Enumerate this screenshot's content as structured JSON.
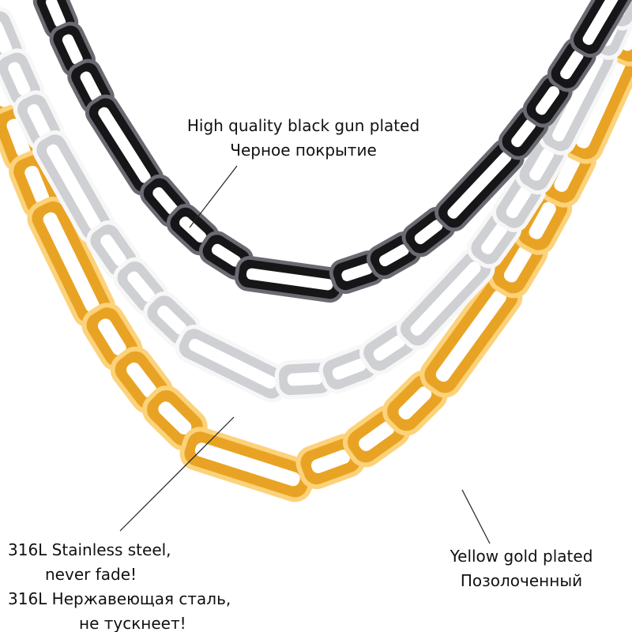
{
  "labels": {
    "black": {
      "line1": "High quality black gun plated",
      "line2": "Черное покрытие"
    },
    "steel": {
      "line1": "316L Stainless steel,",
      "line2": "never fade!",
      "line3": "316L Нержавеющая сталь,",
      "line4": "не тускнеет!"
    },
    "gold": {
      "line1": "Yellow gold plated",
      "line2": "Позолоченный"
    }
  },
  "colors": {
    "background": "#ffffff",
    "black_chain": "#161618",
    "black_chain_highlight": "#6a6a72",
    "steel_chain": "#cfd0d3",
    "steel_chain_highlight": "#f7f7f8",
    "gold_chain": "#e9a324",
    "gold_chain_highlight": "#fcd27a",
    "leader_line": "#222222"
  }
}
